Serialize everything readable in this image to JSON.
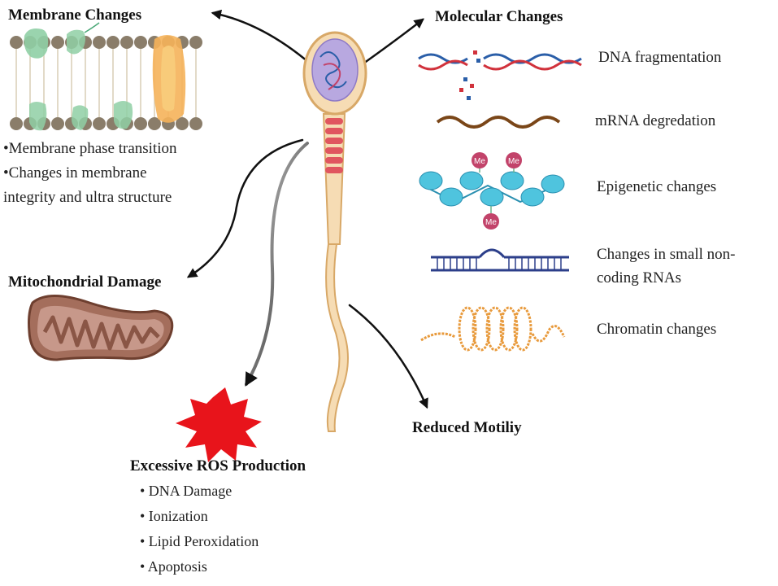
{
  "membrane": {
    "title": "Membrane Changes",
    "bullets": [
      "•Membrane phase transition",
      "•Changes in membrane",
      "integrity and ultra structure"
    ]
  },
  "molecular": {
    "title": "Molecular Changes",
    "items": [
      "DNA fragmentation",
      "mRNA degredation",
      "Epigenetic changes",
      "Changes in small non-",
      "coding RNAs",
      "Chromatin changes"
    ],
    "methyl_label": "Me"
  },
  "mito": {
    "title": "Mitochondrial Damage"
  },
  "ros": {
    "title": "Excessive ROS Production",
    "bullets": [
      "• DNA Damage",
      "• Ionization",
      "• Lipid Peroxidation",
      "• Apoptosis"
    ]
  },
  "motility": {
    "title": "Reduced Motiliy"
  },
  "colors": {
    "arrow": "#111111",
    "sperm_body": "#f6dcb4",
    "sperm_outline": "#d8a867",
    "midpiece": "#e0565f",
    "membrane_head": "#8a7d6a",
    "protein_green": "#8fcfa5",
    "channel_orange": "#f5b35a",
    "mito_outer": "#a46e5c",
    "ros_star": "#e8141b",
    "dna_red": "#d1323c",
    "dna_blue": "#2a5ea8",
    "mrna": "#7a4618",
    "nucleosome": "#4fc4de",
    "methyl": "#c2436a",
    "rna_blue": "#2c3f8a",
    "chromatin": "#e89a3c"
  }
}
